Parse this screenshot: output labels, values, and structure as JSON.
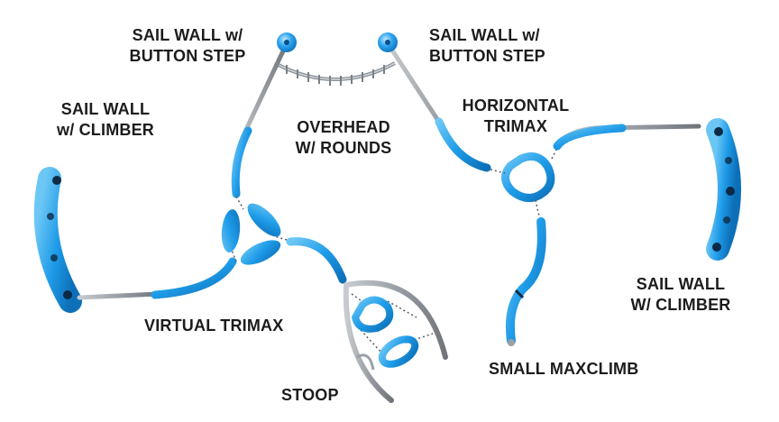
{
  "labels": {
    "sail_wall_button_left": {
      "line1": "SAIL WALL w/",
      "line2": "BUTTON STEP"
    },
    "sail_wall_button_right": {
      "line1": "SAIL WALL w/",
      "line2": "BUTTON STEP"
    },
    "sail_wall_climber_left": {
      "line1": "SAIL WALL",
      "line2": "w/ CLIMBER"
    },
    "overhead_rounds": {
      "line1": "OVERHEAD",
      "line2": "W/ ROUNDS"
    },
    "horizontal_trimax": {
      "line1": "HORIZONTAL",
      "line2": "TRIMAX"
    },
    "sail_wall_climber_right": {
      "line1": "SAIL WALL",
      "line2": "W/ CLIMBER"
    },
    "virtual_trimax": "VIRTUAL TRIMAX",
    "small_maxclimb": "SMALL MAXCLIMB",
    "stoop": "STOOP"
  },
  "colors": {
    "blue": "#1e9be8",
    "blue_dark": "#0d6fb8",
    "blue_light": "#6cc7f5",
    "pipe": "#9aa0a6",
    "pipe_dark": "#6f757b",
    "text": "#1c1c1c"
  }
}
